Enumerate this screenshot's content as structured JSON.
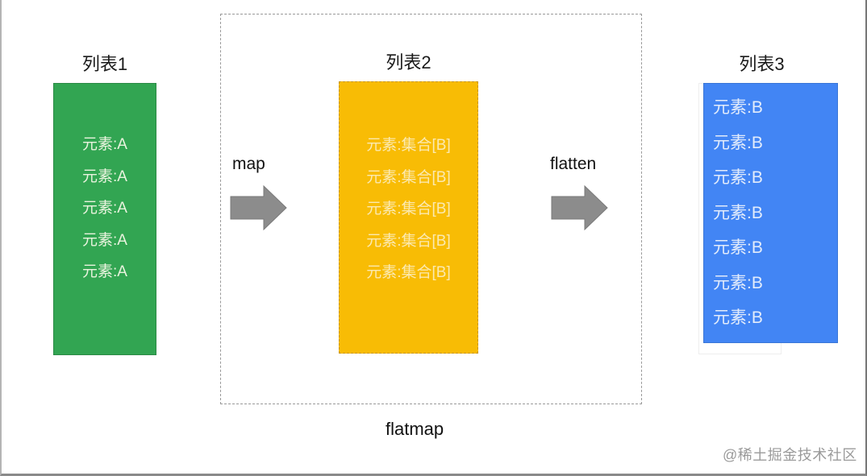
{
  "diagram": {
    "list1": {
      "title": "列表1",
      "color": "#32a552",
      "items": [
        "元素:A",
        "元素:A",
        "元素:A",
        "元素:A",
        "元素:A"
      ]
    },
    "list2": {
      "title": "列表2",
      "color": "#f8bc05",
      "items": [
        "元素:集合[B]",
        "元素:集合[B]",
        "元素:集合[B]",
        "元素:集合[B]",
        "元素:集合[B]"
      ]
    },
    "list3": {
      "title": "列表3",
      "color": "#4285f4",
      "items": [
        "元素:B",
        "元素:B",
        "元素:B",
        "元素:B",
        "元素:B",
        "元素:B",
        "元素:B"
      ]
    },
    "operations": {
      "map_label": "map",
      "flatten_label": "flatten",
      "group_label": "flatmap",
      "arrow_color": "#8c8c8c"
    }
  },
  "watermark": "@稀土掘金技术社区"
}
